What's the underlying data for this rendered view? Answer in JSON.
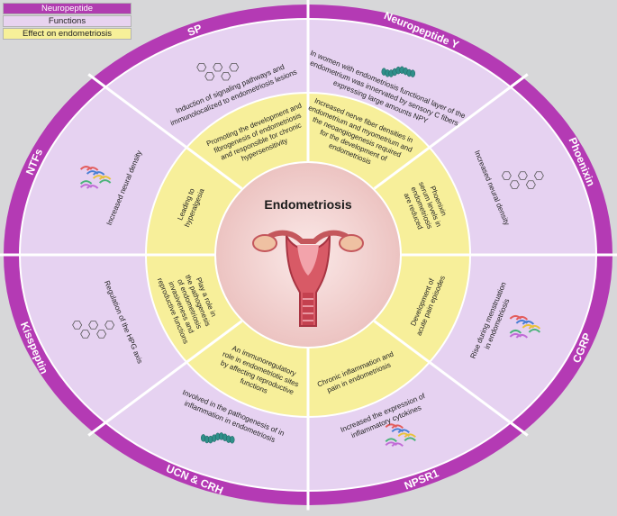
{
  "legend": {
    "neuropeptide": "Neuropeptide",
    "functions": "Functions",
    "effect": "Effect on endometriosis"
  },
  "center": {
    "title": "Endometriosis"
  },
  "colors": {
    "outer_ring": "#b43ab4",
    "function_ring": "#e6d2f1",
    "effect_ring": "#f7ef9a",
    "center": "#f2d2d0",
    "background": "#d7d7d9"
  },
  "sectors": [
    {
      "name": "SP",
      "function": [
        "Induction of signaling pathways and",
        "immunolocalized to endometriosis lesions"
      ],
      "effect": [
        "Promoting the development and",
        "fibrogenesis of endometriosis",
        "and responsible for chronic",
        "hypersensitivity"
      ]
    },
    {
      "name": "Neuropeptide Y",
      "function": [
        "In women with endometriosis functional layer of the",
        "endometrium was innervated by sensory C fibers",
        "expressing large amounts NPY"
      ],
      "effect": [
        "Increased nerve fiber densities in",
        "endometrium and myometrium and",
        "the neoangiogenesis required",
        "for the development of",
        "endometriosis"
      ]
    },
    {
      "name": "Phoenixin",
      "function": [
        "Increased neural density"
      ],
      "effect": [
        "Phoenixin",
        "serum levels in",
        "endometriosis",
        "are reduced"
      ]
    },
    {
      "name": "CGRP",
      "function": [
        "Rise during menstruation",
        "in endometriosis"
      ],
      "effect": [
        "Development of",
        "acute pain episodes"
      ]
    },
    {
      "name": "NPSR1",
      "function": [
        "Increased the expression of",
        "inflammatory cytokines"
      ],
      "effect": [
        "Chronic inflammation and",
        "pain in endometriosis"
      ]
    },
    {
      "name": "UCN & CRH",
      "function": [
        "Involved in the pathogenesis of in",
        "inflammation in endometriosis"
      ],
      "effect": [
        "An immunoregulatory",
        "role in endometriotic sites",
        "by affecting reproductive",
        "functions"
      ]
    },
    {
      "name": "Kisspeptin",
      "function": [
        "Regulation of the HPG axis"
      ],
      "effect": [
        "Play a role in",
        "the pathogenesis",
        "of endometriosis",
        "invasiveness and",
        "reproductive functions"
      ]
    },
    {
      "name": "NTFs",
      "function": [
        "Increased neural density"
      ],
      "effect": [
        "Leading to",
        "hyperalgesia"
      ]
    }
  ]
}
